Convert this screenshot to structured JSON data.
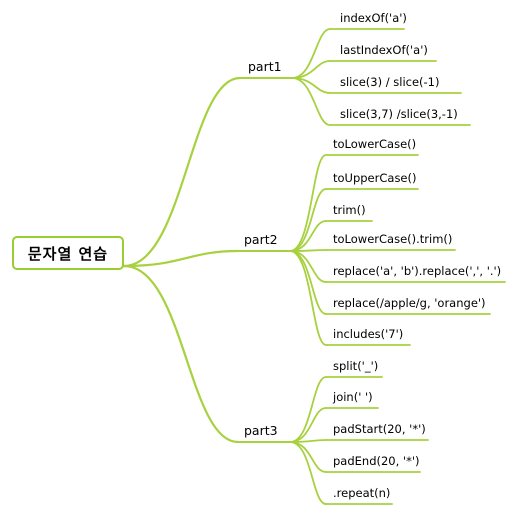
{
  "root": {
    "label": "문자열 연습"
  },
  "parts": [
    {
      "label": "part1",
      "items": [
        "indexOf('a')",
        "lastIndexOf('a')",
        "slice(3)  / slice(-1)",
        "slice(3,7)  /slice(3,-1)"
      ]
    },
    {
      "label": "part2",
      "items": [
        "toLowerCase()",
        "toUpperCase()",
        "trim()",
        "toLowerCase().trim()",
        "replace('a',  'b').replace(',',  '.')",
        "replace(/apple/g, 'orange')",
        "includes('7')"
      ]
    },
    {
      "label": "part3",
      "items": [
        "split('_')",
        "join('  ')",
        "padStart(20,  '*')",
        "padEnd(20,  '*')",
        ".repeat(n)"
      ]
    }
  ],
  "colors": {
    "line": "#A7D13F",
    "root_border": "#9ACD32"
  }
}
